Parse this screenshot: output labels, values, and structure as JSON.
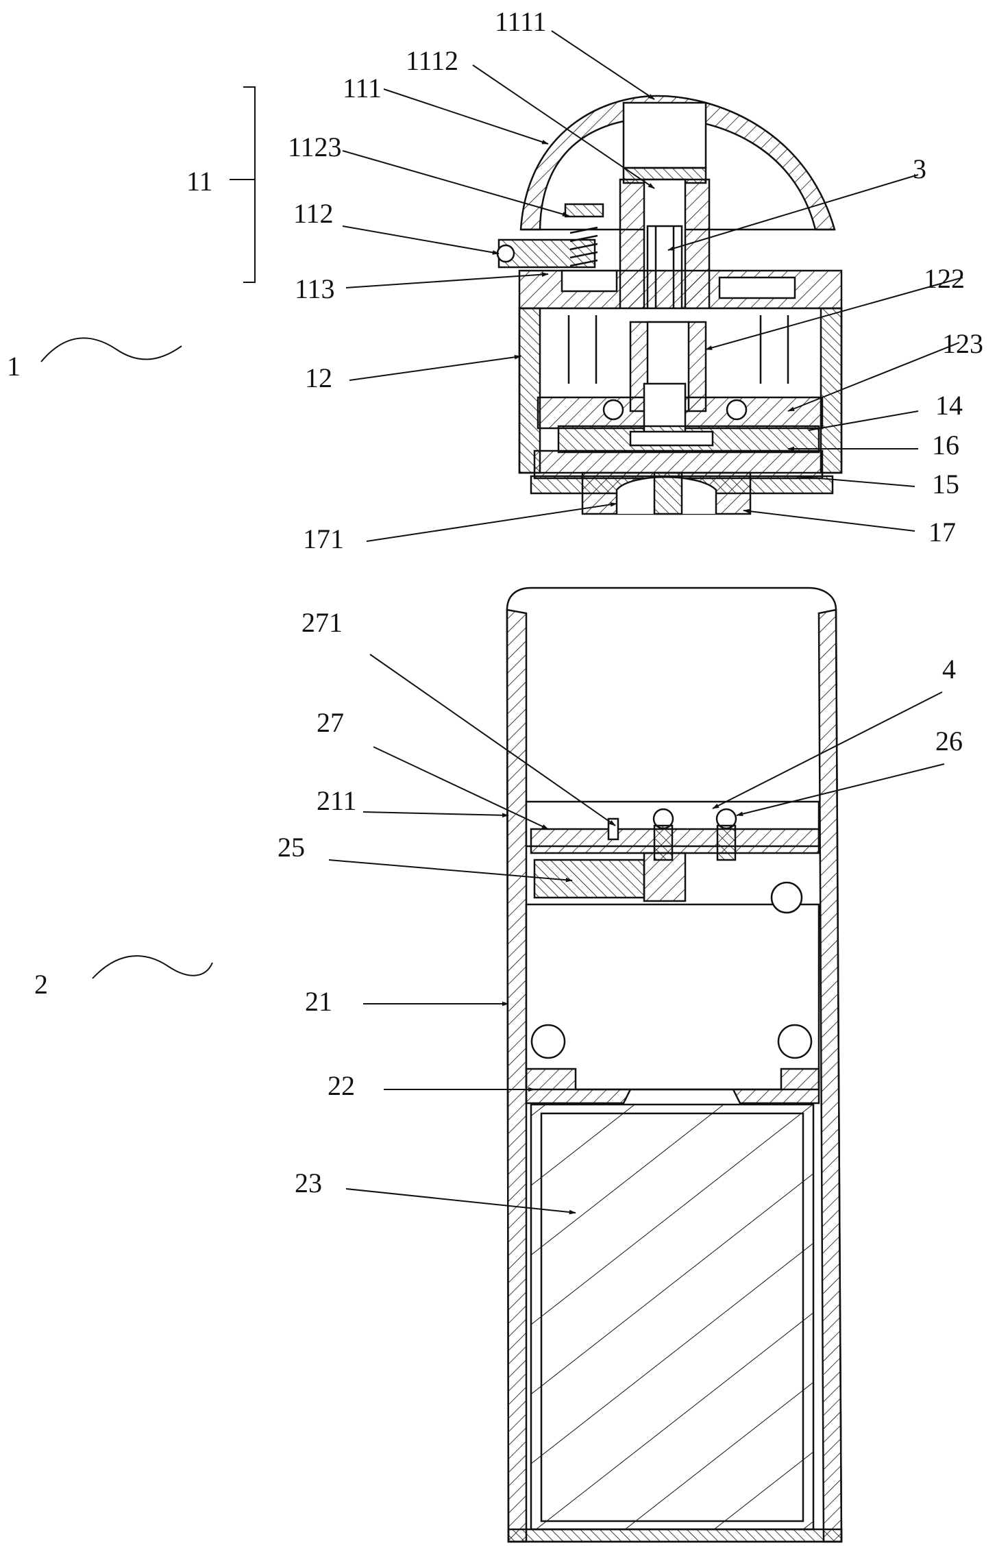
{
  "figure": {
    "labels": [
      {
        "id": "1111",
        "text": "1111"
      },
      {
        "id": "1112",
        "text": "1112"
      },
      {
        "id": "111",
        "text": "111"
      },
      {
        "id": "1123",
        "text": "1123"
      },
      {
        "id": "3",
        "text": "3"
      },
      {
        "id": "11",
        "text": "11"
      },
      {
        "id": "112",
        "text": "112"
      },
      {
        "id": "113",
        "text": "113"
      },
      {
        "id": "122",
        "text": "122"
      },
      {
        "id": "123",
        "text": "123"
      },
      {
        "id": "1",
        "text": "1"
      },
      {
        "id": "12",
        "text": "12"
      },
      {
        "id": "14",
        "text": "14"
      },
      {
        "id": "16",
        "text": "16"
      },
      {
        "id": "15",
        "text": "15"
      },
      {
        "id": "171",
        "text": "171"
      },
      {
        "id": "17",
        "text": "17"
      },
      {
        "id": "271",
        "text": "271"
      },
      {
        "id": "4",
        "text": "4"
      },
      {
        "id": "27",
        "text": "27"
      },
      {
        "id": "26",
        "text": "26"
      },
      {
        "id": "211",
        "text": "211"
      },
      {
        "id": "25",
        "text": "25"
      },
      {
        "id": "2",
        "text": "2"
      },
      {
        "id": "21",
        "text": "21"
      },
      {
        "id": "22",
        "text": "22"
      },
      {
        "id": "23",
        "text": "23"
      }
    ]
  },
  "colors": {
    "line": "#111111",
    "background": "#ffffff"
  }
}
